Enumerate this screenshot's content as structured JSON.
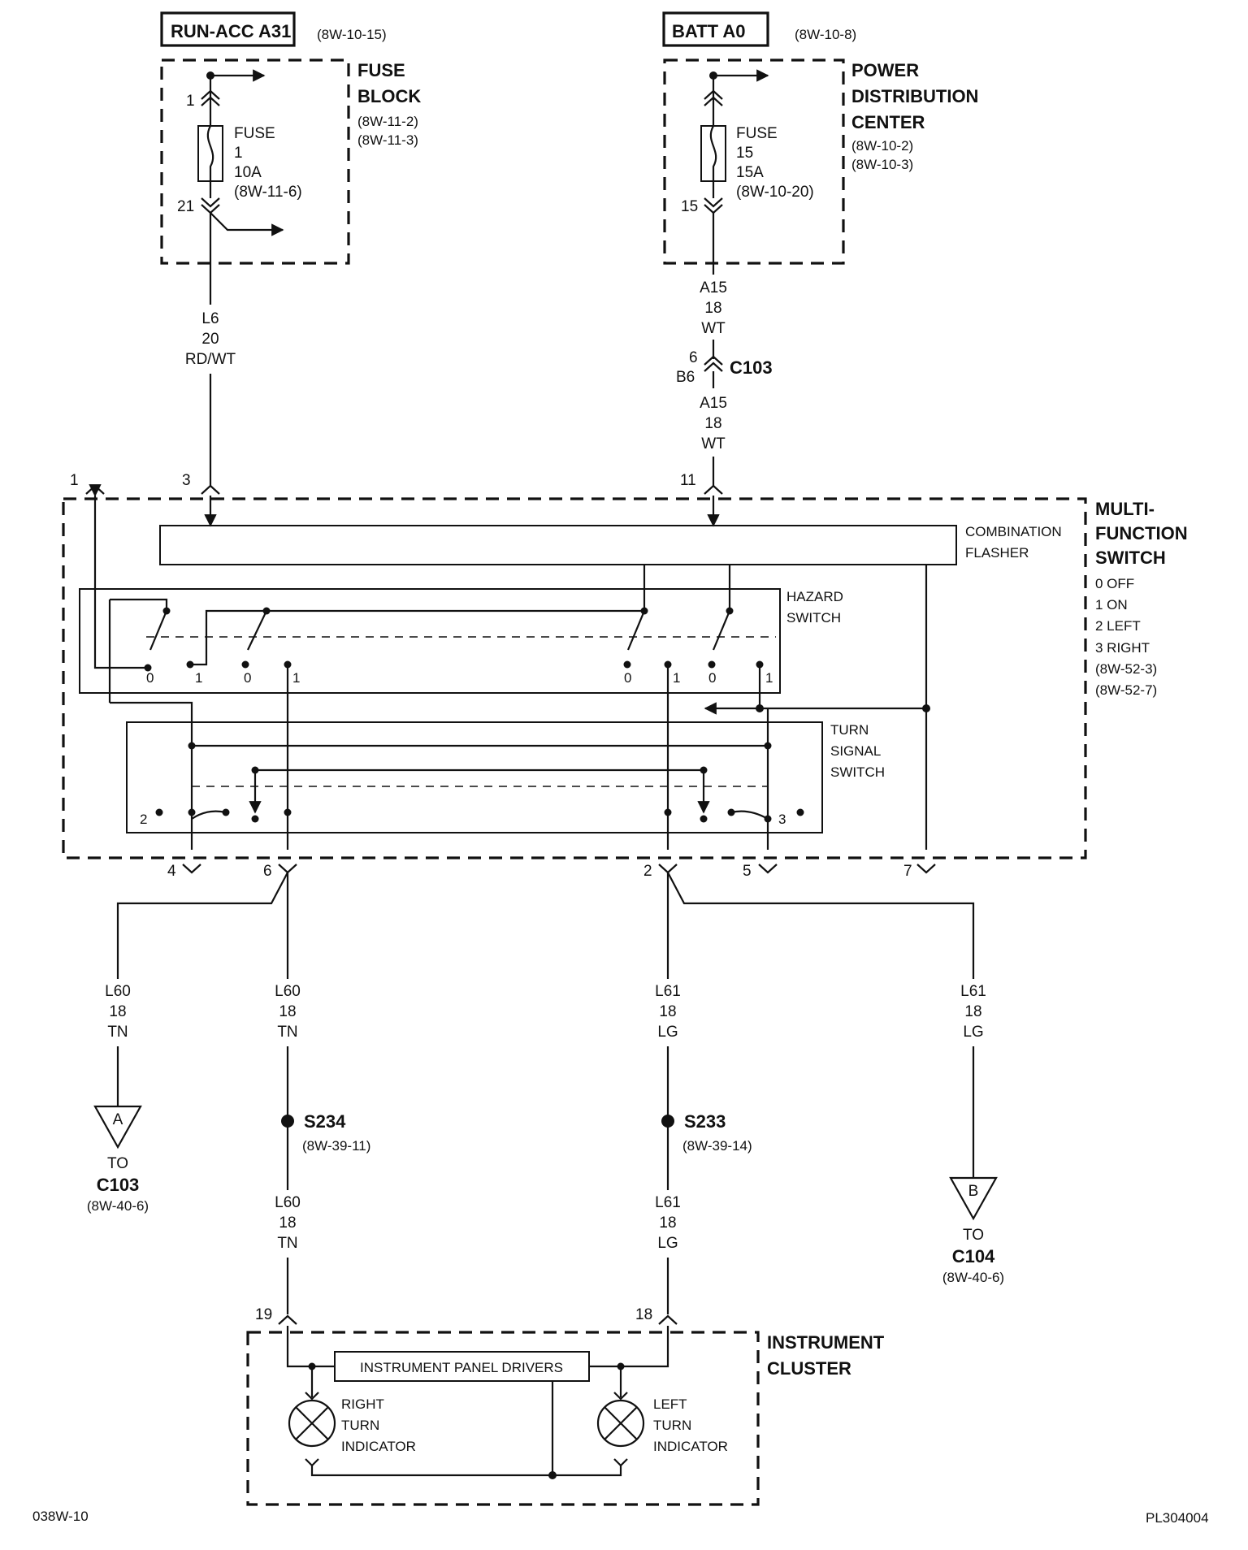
{
  "top_left": {
    "source_label": "RUN-ACC A31",
    "source_ref": "(8W-10-15)",
    "block_title_1": "FUSE",
    "block_title_2": "BLOCK",
    "block_ref_1": "(8W-11-2)",
    "block_ref_2": "(8W-11-3)",
    "pin_in": "1",
    "pin_out": "21",
    "fuse_label": "FUSE",
    "fuse_number": "1",
    "fuse_rating": "10A",
    "fuse_ref": "(8W-11-6)"
  },
  "top_right": {
    "source_label": "BATT A0",
    "source_ref": "(8W-10-8)",
    "block_title_1": "POWER",
    "block_title_2": "DISTRIBUTION",
    "block_title_3": "CENTER",
    "block_ref_1": "(8W-10-2)",
    "block_ref_2": "(8W-10-3)",
    "pin_out": "15",
    "fuse_label": "FUSE",
    "fuse_number": "15",
    "fuse_rating": "15A",
    "fuse_ref": "(8W-10-20)"
  },
  "wires": {
    "l6": {
      "circuit": "L6",
      "gauge": "20",
      "color": "RD/WT"
    },
    "a15_upper": {
      "circuit": "A15",
      "gauge": "18",
      "color": "WT"
    },
    "a15_lower": {
      "circuit": "A15",
      "gauge": "18",
      "color": "WT"
    },
    "l60_left": {
      "circuit": "L60",
      "gauge": "18",
      "color": "TN"
    },
    "l60_mid": {
      "circuit": "L60",
      "gauge": "18",
      "color": "TN"
    },
    "l60_low": {
      "circuit": "L60",
      "gauge": "18",
      "color": "TN"
    },
    "l61_mid": {
      "circuit": "L61",
      "gauge": "18",
      "color": "LG"
    },
    "l61_right": {
      "circuit": "L61",
      "gauge": "18",
      "color": "LG"
    },
    "l61_low": {
      "circuit": "L61",
      "gauge": "18",
      "color": "LG"
    }
  },
  "c103_inline": {
    "pin_top": "6",
    "pin_bottom": "B6",
    "label": "C103"
  },
  "multifunction": {
    "title_1": "MULTI-",
    "title_2": "FUNCTION",
    "title_3": "SWITCH",
    "legend": [
      "0 OFF",
      "1 ON",
      "2 LEFT",
      "3 RIGHT",
      "(8W-52-3)",
      "(8W-52-7)"
    ],
    "flasher_1": "COMBINATION",
    "flasher_2": "FLASHER",
    "hazard_1": "HAZARD",
    "hazard_2": "SWITCH",
    "turn_1": "TURN",
    "turn_2": "SIGNAL",
    "turn_3": "SWITCH",
    "top_pins": [
      "1",
      "3",
      "11"
    ],
    "bottom_pins": [
      "4",
      "6",
      "2",
      "5",
      "7"
    ],
    "hazard_positions": [
      "0",
      "1",
      "0",
      "1",
      "0",
      "1",
      "0",
      "1"
    ],
    "turn_positions": [
      "2",
      "3"
    ]
  },
  "splices": {
    "s234": {
      "label": "S234",
      "ref": "(8W-39-11)"
    },
    "s233": {
      "label": "S233",
      "ref": "(8W-39-14)"
    }
  },
  "connectors": {
    "a": {
      "letter": "A",
      "to": "TO",
      "name": "C103",
      "ref": "(8W-40-6)"
    },
    "b": {
      "letter": "B",
      "to": "TO",
      "name": "C104",
      "ref": "(8W-40-6)"
    }
  },
  "cluster": {
    "title_1": "INSTRUMENT",
    "title_2": "CLUSTER",
    "pin_left": "19",
    "pin_right": "18",
    "drivers": "INSTRUMENT PANEL DRIVERS",
    "right_1": "RIGHT",
    "right_2": "TURN",
    "right_3": "INDICATOR",
    "left_1": "LEFT",
    "left_2": "TURN",
    "left_3": "INDICATOR"
  },
  "footer": {
    "left": "038W-10",
    "right": "PL304004"
  }
}
